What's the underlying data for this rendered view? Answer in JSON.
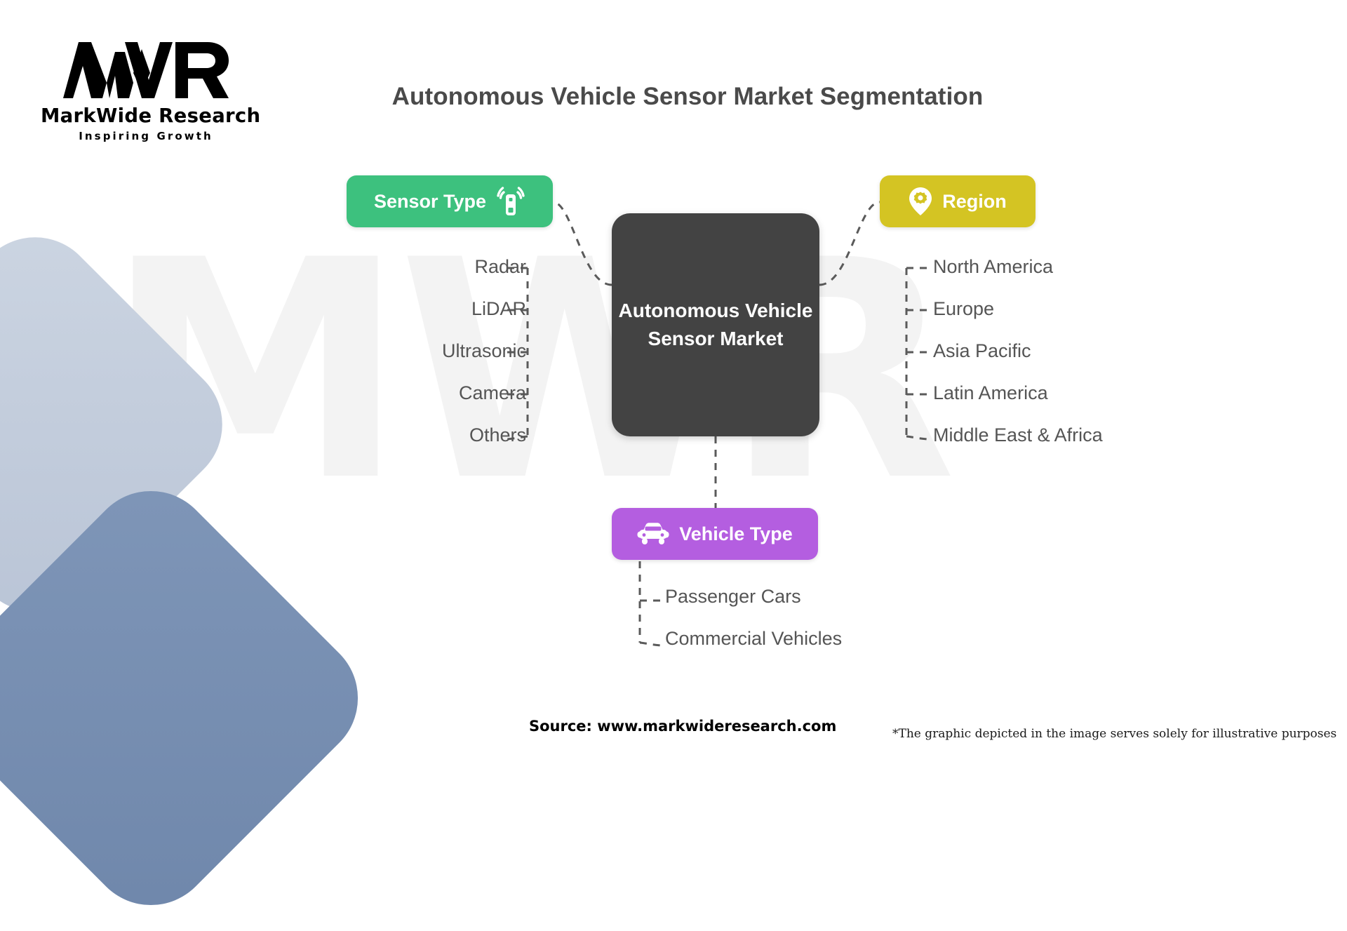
{
  "logo": {
    "mark_icon": "mwr-monogram-icon",
    "name": "MarkWide Research",
    "tagline": "Inspiring Growth"
  },
  "watermark": {
    "text": "MWR"
  },
  "title": "Autonomous Vehicle Sensor Market Segmentation",
  "center": {
    "label": "Autonomous Vehicle Sensor Market",
    "color": "#434343",
    "text_color": "#ffffff"
  },
  "branches": {
    "sensor_type": {
      "label": "Sensor Type",
      "icon": "sensor-signal-icon",
      "color": "#3dc17e",
      "items": [
        "Radar",
        "LiDAR",
        "Ultrasonic",
        "Camera",
        "Others"
      ]
    },
    "region": {
      "label": "Region",
      "icon": "map-pin-gear-icon",
      "color": "#d4c423",
      "items": [
        "North America",
        "Europe",
        "Asia Pacific",
        "Latin America",
        "Middle East & Africa"
      ]
    },
    "vehicle_type": {
      "label": "Vehicle Type",
      "icon": "car-icon",
      "color": "#b45ee0",
      "items": [
        "Passenger Cars",
        "Commercial Vehicles"
      ]
    }
  },
  "footer": {
    "source": "Source: www.markwideresearch.com",
    "disclaimer": "*The graphic depicted in the image serves solely for illustrative purposes"
  },
  "colors": {
    "connector": "#5a5a5a",
    "title_text": "#4a4a4a",
    "leaf_text": "#555555",
    "decor_light": "#c3cddc",
    "decor_dark": "#7a91b4",
    "background": "#ffffff"
  }
}
